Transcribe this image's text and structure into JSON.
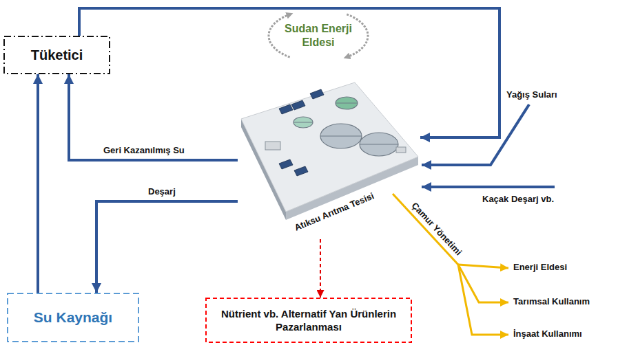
{
  "diagram": {
    "nodes": [
      {
        "text": [
          "Tüketici"
        ]
      },
      {
        "text": [
          "Atıksu Arıtma Tesisi"
        ]
      },
      {
        "text": [
          "Su Kaynağı"
        ]
      },
      {
        "text": [
          "Nütrient vb. Alternatif Yan Ürünlerin Pazarlanması"
        ]
      }
    ],
    "edges": [
      {
        "from": 0,
        "to": 1,
        "arrow": "to"
      },
      {
        "from": 1,
        "to": 0,
        "label": "Geri Kazanılmış Su",
        "arrow": "to"
      },
      {
        "from": 1,
        "to": 2,
        "label": "Deşarj",
        "arrow": "to"
      },
      {
        "from": 2,
        "to": 0,
        "arrow": "to"
      },
      {
        "from": 1,
        "to": 3,
        "arrow": "to"
      }
    ],
    "labels": [
      "Sudan Enerji Eldesi",
      "Yağış Suları",
      "Kaçak Deşarj vb.",
      "Çamur Yönetimi",
      "Enerji Eldesi",
      "Tarımsal Kullanım",
      "İnşaat Kullanımı"
    ]
  }
}
